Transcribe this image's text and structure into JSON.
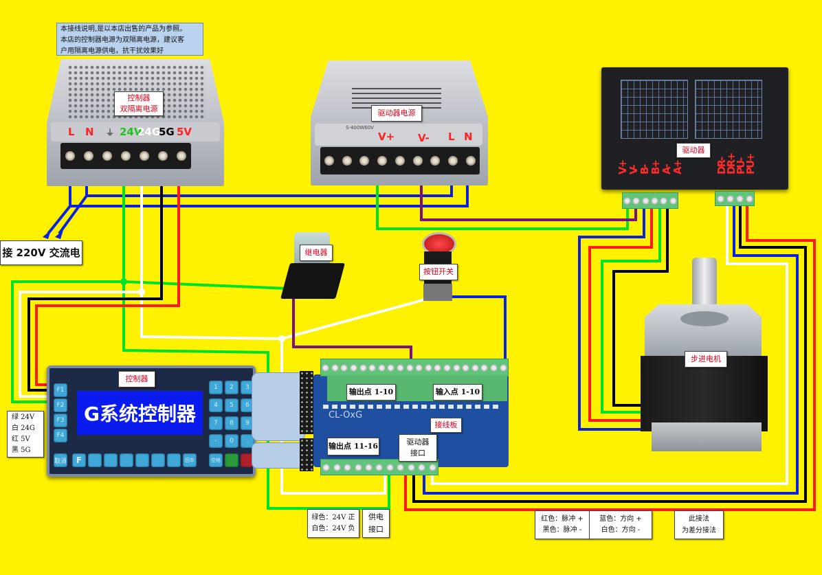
{
  "diagram": {
    "title_note": {
      "lines": [
        "本接线说明,是以本店出售的产品为参照。",
        "本店的控制器电源为双隔离电源，建议客",
        "户用隔离电源供电，抗干扰效果好"
      ]
    },
    "components": {
      "controller_psu": {
        "label_line1": "控制器",
        "label_line2": "双隔离电源",
        "terminals": {
          "L": "L",
          "N": "N",
          "v24": "24V",
          "g24": "24G",
          "g5": "5G",
          "v5": "5V"
        }
      },
      "driver_psu": {
        "label": "驱动器电源",
        "model": "S-400W60V",
        "terminals": {
          "vplus": "V+",
          "vminus": "V-",
          "L": "L",
          "N": "N"
        }
      },
      "driver": {
        "label": "驱动器",
        "pins_left": [
          "V+",
          "V-",
          "B-",
          "B+",
          "A-",
          "A+"
        ],
        "pins_right": [
          "DR-",
          "DR+",
          "PU-",
          "PU+"
        ]
      },
      "ac_input": {
        "label": "接 220V 交流电"
      },
      "relay": {
        "label": "继电器"
      },
      "button_switch": {
        "label": "按钮开关"
      },
      "controller": {
        "label": "控制器",
        "screen_text": "G系统控制器",
        "fkeys": [
          "F1",
          "F2",
          "F3",
          "F4"
        ],
        "numpad": [
          "1",
          "2",
          "3",
          "4",
          "5",
          "6",
          "7",
          "8",
          "9",
          "-",
          "0",
          "."
        ],
        "bottom_keys": [
          "取消",
          "F",
          "",
          "",
          "",
          "",
          "",
          "",
          "回车",
          "空格",
          "",
          ""
        ]
      },
      "controller_wire_legend": [
        "绿 24V",
        "白 24G",
        "红 5V",
        "黑 5G"
      ],
      "wiring_board": {
        "label": "接线板",
        "model": "CL-OxG",
        "outputs_1_10": "输出点 1-10",
        "inputs_1_10": "输入点 1-10",
        "outputs_11_16": "输出点 11-16",
        "driver_port_line1": "驱动器",
        "driver_port_line2": "接口"
      },
      "stepper_motor": {
        "label": "步进电机"
      }
    },
    "notes": {
      "power_legend": [
        "绿色：24V 正",
        "白色：24V 负"
      ],
      "power_port": [
        "供电",
        "接口"
      ],
      "pulse_legend": [
        "红色：脉冲 +",
        "黑色：脉冲 -"
      ],
      "direction_legend": [
        "蓝色：方向 +",
        "白色：方向 -"
      ],
      "differential_note": [
        "此接法",
        "为差分接法"
      ]
    },
    "wire_colors": {
      "green": "#00e22a",
      "white": "#ffffff",
      "black": "#000000",
      "red": "#ff1a1a",
      "blue": "#0a22e0",
      "purple": "#7a0f7e",
      "background": "#fff200"
    }
  }
}
